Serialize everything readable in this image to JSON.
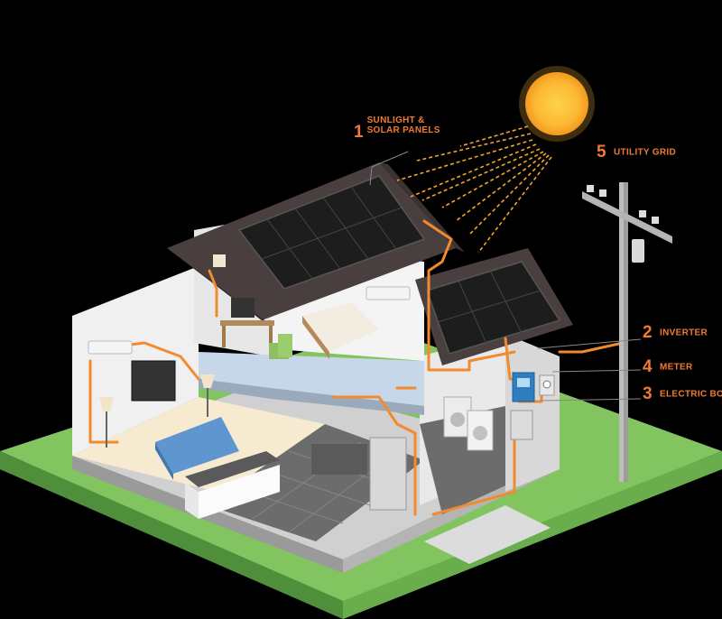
{
  "colors": {
    "background": "#000000",
    "accent": "#f07a32",
    "sun": "#fbb733",
    "lawn": "#7dc15d",
    "roof": "#4a3f3f",
    "panel": "#232323",
    "wall": "#f2f2f2",
    "floor_gray": "#6c6c6c"
  },
  "labels": [
    {
      "num": "1",
      "line1": "SUNLIGHT &",
      "line2": "SOLAR PANELS"
    },
    {
      "num": "5",
      "text": "UTILITY GRID"
    },
    {
      "num": "2",
      "text": "INVERTER"
    },
    {
      "num": "4",
      "text": "METER"
    },
    {
      "num": "3",
      "text": "ELECTRIC BOX"
    }
  ],
  "icons": [
    "sun-icon",
    "solar-panel-icon",
    "utility-pole-icon",
    "inverter-icon",
    "meter-icon",
    "electric-box-icon",
    "tv-icon",
    "computer-icon",
    "bed-icon",
    "sofa-icon",
    "washer-icon",
    "fridge-icon",
    "stove-icon",
    "air-conditioner-icon",
    "lamp-icon",
    "chair-icon"
  ]
}
